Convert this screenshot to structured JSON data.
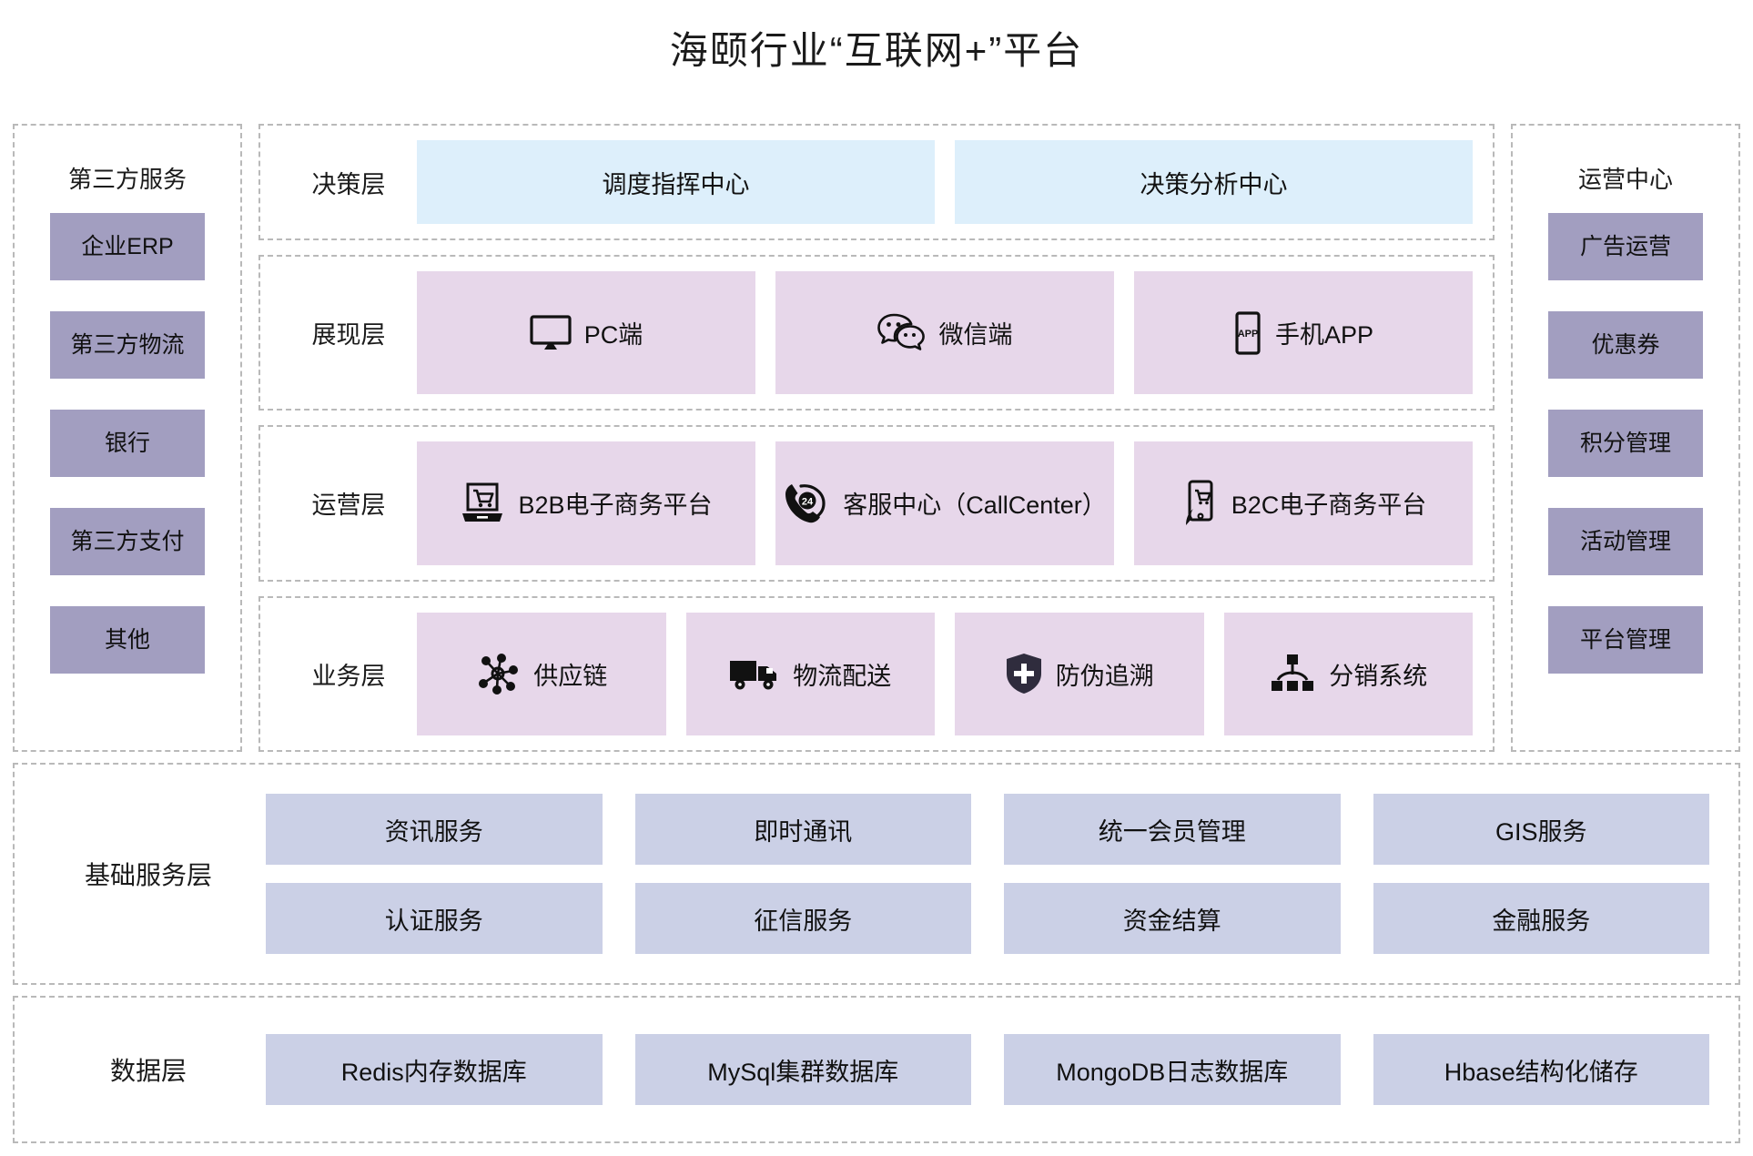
{
  "title": "海颐行业“互联网+”平台",
  "colors": {
    "purple_gray": "#a29ec0",
    "lavender": "#cbd0e6",
    "pink": "#e7d7ea",
    "light_blue": "#ddeffb",
    "dashed_border": "#b9b9b9",
    "text": "#111111"
  },
  "left_panel": {
    "title": "第三方服务",
    "items": [
      {
        "label": "企业ERP"
      },
      {
        "label": "第三方物流"
      },
      {
        "label": "银行"
      },
      {
        "label": "第三方支付"
      },
      {
        "label": "其他"
      }
    ]
  },
  "right_panel": {
    "title": "运营中心",
    "items": [
      {
        "label": "广告运营"
      },
      {
        "label": "优惠券"
      },
      {
        "label": "积分管理"
      },
      {
        "label": "活动管理"
      },
      {
        "label": "平台管理"
      }
    ]
  },
  "layers": {
    "decision": {
      "label": "决策层",
      "items": [
        {
          "label": "调度指挥中心",
          "icon": ""
        },
        {
          "label": "决策分析中心",
          "icon": ""
        }
      ]
    },
    "presentation": {
      "label": "展现层",
      "items": [
        {
          "label": "PC端",
          "icon": "monitor-icon"
        },
        {
          "label": "微信端",
          "icon": "wechat-icon"
        },
        {
          "label": "手机APP",
          "icon": "mobile-app-icon"
        }
      ]
    },
    "operation": {
      "label": "运营层",
      "items": [
        {
          "label": "B2B电子商务平台",
          "icon": "laptop-cart-icon"
        },
        {
          "label": "客服中心（CallCenter）",
          "icon": "phone-24-icon"
        },
        {
          "label": "B2C电子商务平台",
          "icon": "phone-cart-icon"
        }
      ]
    },
    "business": {
      "label": "业务层",
      "items": [
        {
          "label": "供应链",
          "icon": "network-nodes-icon"
        },
        {
          "label": "物流配送",
          "icon": "truck-icon"
        },
        {
          "label": "防伪追溯",
          "icon": "shield-plus-icon"
        },
        {
          "label": "分销系统",
          "icon": "hierarchy-icon"
        }
      ]
    }
  },
  "basic_service": {
    "label": "基础服务层",
    "items": [
      {
        "label": "资讯服务"
      },
      {
        "label": "即时通讯"
      },
      {
        "label": "统一会员管理"
      },
      {
        "label": "GIS服务"
      },
      {
        "label": "认证服务"
      },
      {
        "label": "征信服务"
      },
      {
        "label": "资金结算"
      },
      {
        "label": "金融服务"
      }
    ]
  },
  "data_layer": {
    "label": "数据层",
    "items": [
      {
        "label": "Redis内存数据库"
      },
      {
        "label": "MySql集群数据库"
      },
      {
        "label": "MongoDB日志数据库"
      },
      {
        "label": "Hbase结构化储存"
      }
    ]
  }
}
